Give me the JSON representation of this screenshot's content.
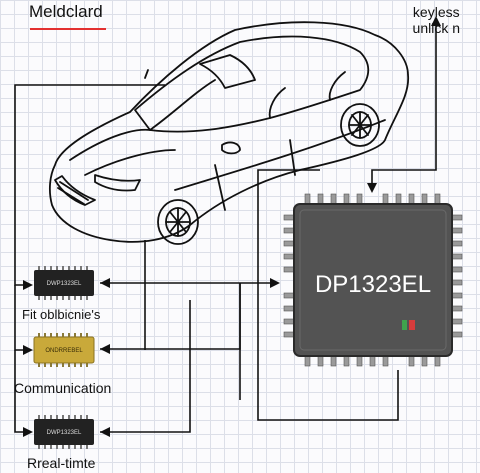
{
  "title": "Meldclard",
  "keyless_label": "keyless\nunlick n",
  "mcu": {
    "label": "DP1323EL"
  },
  "chips": [
    {
      "label": "DWP1323EL"
    },
    {
      "label": "ONDRREBEL"
    },
    {
      "label": "DWP1323EL"
    }
  ],
  "labels": {
    "fit": "Fit oblbicnie's",
    "communication": "Communication",
    "realtime": "Rreal-timte"
  },
  "colors": {
    "line": "#111111",
    "mcu_body": "#535353",
    "chip_dark": "#222222",
    "chip_gold": "#c9a93a",
    "accent_red": "#e33030"
  }
}
